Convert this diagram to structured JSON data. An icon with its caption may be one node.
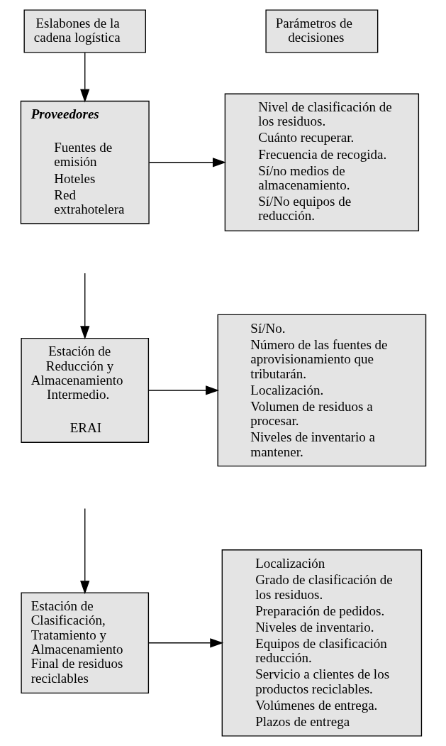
{
  "diagram": {
    "nodes": [
      {
        "text": [
          "Eslabones de la cadena logística"
        ]
      },
      {
        "text": [
          "Parámetros de decisiones"
        ]
      },
      {
        "text": [
          "Proveedores",
          "Fuentes de emisión",
          "Hoteles",
          "Red extrahotelera"
        ]
      },
      {
        "text": [
          "Nivel de clasificación de los residuos.",
          "Cuánto recuperar.",
          "Frecuencia de recogida.",
          "Sí/no medios de almacenamiento.",
          "Sí/No equipos de reducción."
        ]
      },
      {
        "text": [
          "Estación de Reducción y Almacenamiento Intermedio.",
          "ERAI"
        ]
      },
      {
        "text": [
          "Sí/No.",
          "Número de las fuentes de aprovisionamiento que tributarán.",
          "Localización.",
          "Volumen de residuos a procesar.",
          "Niveles de inventario a mantener."
        ]
      },
      {
        "text": [
          "Estación de Clasificación, Tratamiento y Almacenamiento Final de residuos reciclables"
        ]
      },
      {
        "text": [
          "Localización",
          "Grado de clasificación de los residuos.",
          "Preparación de pedidos.",
          "Niveles de inventario.",
          "Equipos de clasificación reducción.",
          "Servicio a clientes de los productos reciclables.",
          "Volúmenes de entrega.",
          "Plazos de entrega"
        ]
      }
    ],
    "edges": [
      {
        "from": 0,
        "to": 2,
        "arrow": "to"
      },
      {
        "from": 2,
        "to": 3,
        "arrow": "to"
      },
      {
        "from": null,
        "to": 4,
        "arrow": "to"
      },
      {
        "from": 4,
        "to": 5,
        "arrow": "to"
      },
      {
        "from": null,
        "to": 6,
        "arrow": "to"
      },
      {
        "from": 6,
        "to": 7,
        "arrow": "to"
      }
    ]
  }
}
